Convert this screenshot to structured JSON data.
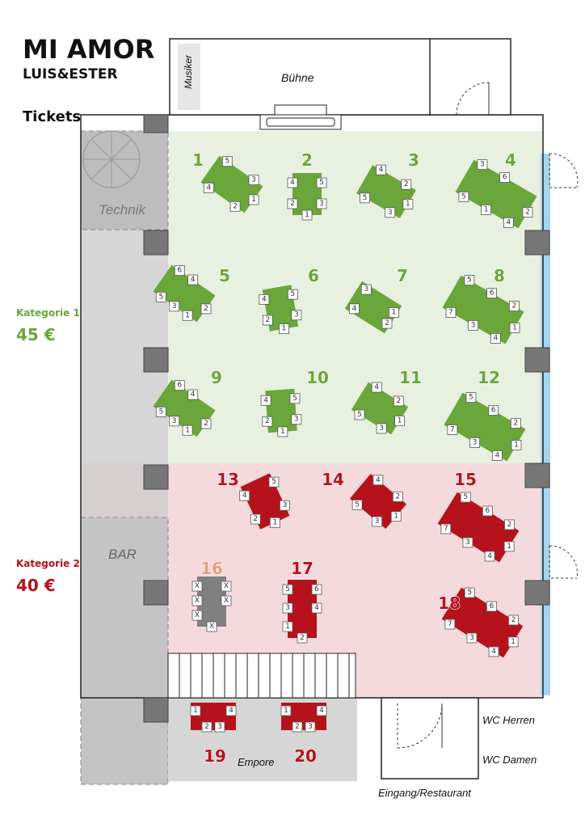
{
  "header": {
    "title": "MI AMOR",
    "subtitle": "LUIS&ESTER",
    "tickets": "Tickets"
  },
  "categories": [
    {
      "name": "Kategorie 1",
      "price": "45 €",
      "color": "#6aa63a"
    },
    {
      "name": "Kategorie 2",
      "price": "40 €",
      "color": "#b5121b"
    }
  ],
  "rooms": {
    "stage": "Bühne",
    "musicians": "Musiker",
    "tech": "Technik",
    "bar": "BAR",
    "gallery": "Empore",
    "wc_men": "WC Herren",
    "wc_women": "WC Damen",
    "entrance": "Eingang/Restaurant"
  },
  "colors": {
    "green": "#6aa63a",
    "red": "#b5121b",
    "grey_table": "#808080",
    "zone_green": "#e8f0e0",
    "zone_red": "#f5dadd",
    "wall_grey": "#d0d0d0",
    "window_blue": "#a8d4ee"
  },
  "tables": [
    {
      "id": "1",
      "color": "green",
      "seats": [
        "4",
        "5",
        "2",
        "3",
        "1"
      ]
    },
    {
      "id": "2",
      "color": "green",
      "seats": [
        "4",
        "5",
        "2",
        "3",
        "1"
      ]
    },
    {
      "id": "3",
      "color": "green",
      "seats": [
        "5",
        "4",
        "3",
        "2",
        "1"
      ]
    },
    {
      "id": "4",
      "color": "green",
      "seats": [
        "5",
        "3",
        "1",
        "6",
        "4",
        "2"
      ]
    },
    {
      "id": "5",
      "color": "green",
      "seats": [
        "5",
        "6",
        "3",
        "4",
        "1",
        "2"
      ]
    },
    {
      "id": "6",
      "color": "green",
      "seats": [
        "4",
        "5",
        "2",
        "3",
        "1"
      ]
    },
    {
      "id": "7",
      "color": "green",
      "seats": [
        "4",
        "3",
        "2",
        "1"
      ]
    },
    {
      "id": "8",
      "color": "green",
      "seats": [
        "7",
        "5",
        "3",
        "6",
        "4",
        "2",
        "1"
      ]
    },
    {
      "id": "9",
      "color": "green",
      "seats": [
        "5",
        "6",
        "3",
        "4",
        "1",
        "2"
      ]
    },
    {
      "id": "10",
      "color": "green",
      "seats": [
        "4",
        "5",
        "2",
        "3",
        "1"
      ]
    },
    {
      "id": "11",
      "color": "green",
      "seats": [
        "5",
        "4",
        "3",
        "2",
        "1"
      ]
    },
    {
      "id": "12",
      "color": "green",
      "seats": [
        "7",
        "5",
        "3",
        "6",
        "4",
        "2",
        "1"
      ]
    },
    {
      "id": "13",
      "color": "red",
      "seats": [
        "4",
        "5",
        "2",
        "3",
        "1"
      ]
    },
    {
      "id": "14",
      "color": "red",
      "seats": [
        "5",
        "4",
        "3",
        "2",
        "1"
      ]
    },
    {
      "id": "15",
      "color": "red",
      "seats": [
        "7",
        "5",
        "3",
        "6",
        "4",
        "2",
        "1"
      ]
    },
    {
      "id": "16",
      "color": "grey",
      "seats": [
        "X",
        "X",
        "X",
        "X",
        "X",
        "X"
      ]
    },
    {
      "id": "17",
      "color": "red",
      "seats": [
        "5",
        "6",
        "3",
        "4",
        "1",
        "2"
      ]
    },
    {
      "id": "18",
      "color": "red",
      "seats": [
        "7",
        "5",
        "3",
        "6",
        "4",
        "2",
        "1"
      ]
    },
    {
      "id": "19",
      "color": "red",
      "seats": [
        "1",
        "4",
        "2",
        "3"
      ]
    },
    {
      "id": "20",
      "color": "red",
      "seats": [
        "1",
        "4",
        "2",
        "3"
      ]
    }
  ]
}
